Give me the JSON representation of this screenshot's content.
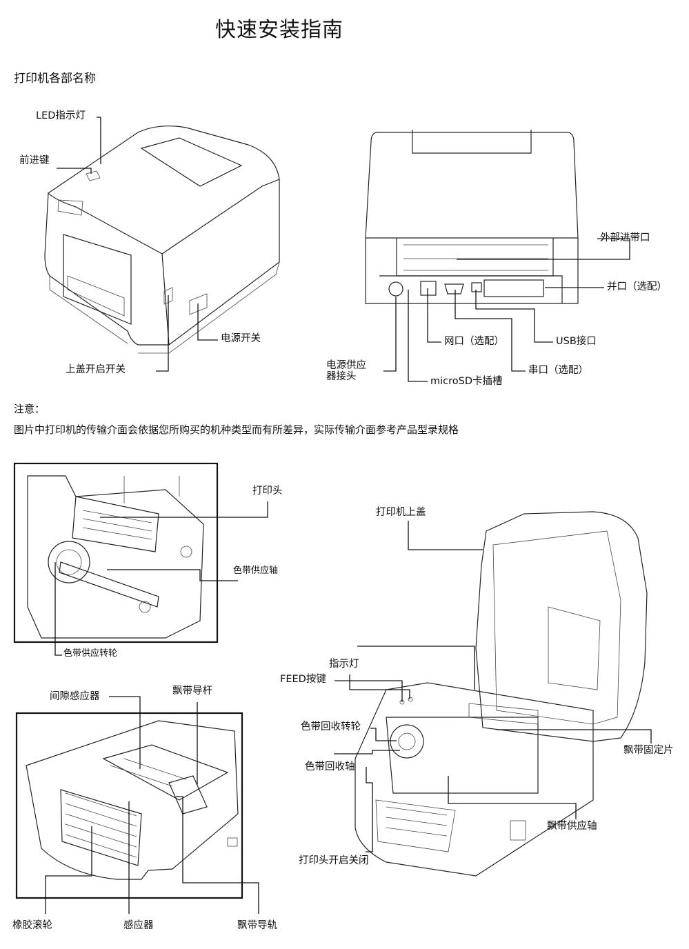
{
  "title": "快速安装指南",
  "section_heading": "打印机各部名称",
  "front_labels": {
    "led": "LED指示灯",
    "feed_button": "前进键",
    "power_switch": "电源开关",
    "cover_switch": "上盖开启开关"
  },
  "rear_labels": {
    "external_feed": "外部进带口",
    "parallel": "并口（选配）",
    "usb": "USB接口",
    "network": "网口（选配）",
    "serial": "串口（选配）",
    "power_line1": "电源供应",
    "power_line2": "器接头",
    "microsd": "microSD卡插槽"
  },
  "note": {
    "heading": "注意：",
    "text": "图片中打印机的传输介面会依据您所购买的机种类型而有所差异，实际传输介面参考产品型录规格"
  },
  "detail_labels": {
    "print_head": "打印头",
    "ribbon_supply_shaft": "色带供应轴",
    "ribbon_supply_wheel": "色带供应转轮"
  },
  "open_labels": {
    "top_cover": "打印机上盖",
    "indicator": "指示灯",
    "feed_key": "FEED按键",
    "ribbon_rewind_wheel": "色带回收转轮",
    "ribbon_rewind_shaft": "色带回收轴",
    "print_head_switch": "打印头开启关闭",
    "media_holder": "飘带固定片",
    "media_supply_shaft": "飘带供应轴"
  },
  "inner_labels": {
    "gap_sensor": "间隙感应器",
    "media_guide_bar": "飘带导杆",
    "rubber_roller": "橡胶滚轮",
    "sensor": "感应器",
    "media_guide_rail": "飘带导轨"
  }
}
